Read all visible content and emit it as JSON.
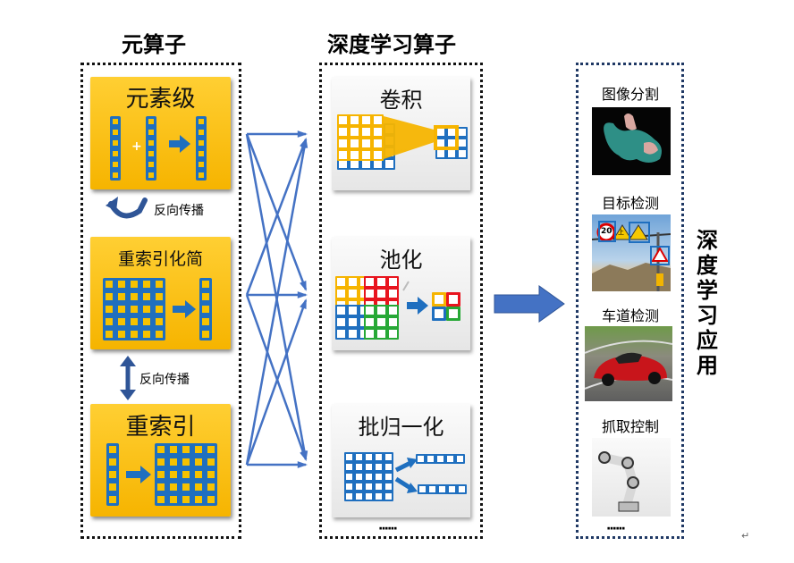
{
  "left": {
    "title": "元算子",
    "box1": "元素级",
    "backprop1": "反向传播",
    "box2": "重索引化简",
    "backprop2": "反向传播",
    "box3": "重索引"
  },
  "middle": {
    "title": "深度学习算子",
    "op1": "卷积",
    "op2": "池化",
    "op3": "批归一化",
    "more": "······"
  },
  "right": {
    "title": "深度学习应用",
    "app1": "图像分割",
    "app2": "目标检测",
    "app3": "车道检测",
    "app4": "抓取控制",
    "more": "······"
  },
  "thumbs": {
    "sign1": "20",
    "sign2": "上"
  },
  "colors": {
    "yellow": "#f6b400",
    "blue": "#1f6fbf",
    "arrow": "#4472c4",
    "red": "#e8141e",
    "green": "#27a836",
    "dark_blue": "#1f3864"
  }
}
